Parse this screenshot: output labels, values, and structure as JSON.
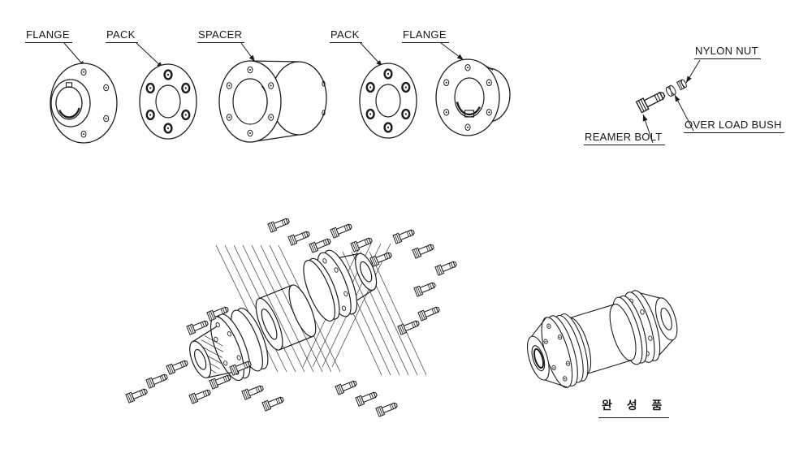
{
  "page": {
    "background": "#ffffff",
    "line_color": "#1c1c1c"
  },
  "exploded_row": {
    "labels": [
      {
        "id": "flange-left",
        "label": "FLANGE"
      },
      {
        "id": "pack-left",
        "label": "PACK"
      },
      {
        "id": "spacer",
        "label": "SPACER"
      },
      {
        "id": "pack-right",
        "label": "PACK"
      },
      {
        "id": "flange-right",
        "label": "FLANGE"
      }
    ]
  },
  "fasteners": {
    "nylon_nut_label": "NYLON NUT",
    "reamer_bolt_label": "REAMER BOLT",
    "overload_bush_label": "OVER LOAD BUSH"
  },
  "assembled": {
    "finished_product_label": "완 성 품"
  }
}
